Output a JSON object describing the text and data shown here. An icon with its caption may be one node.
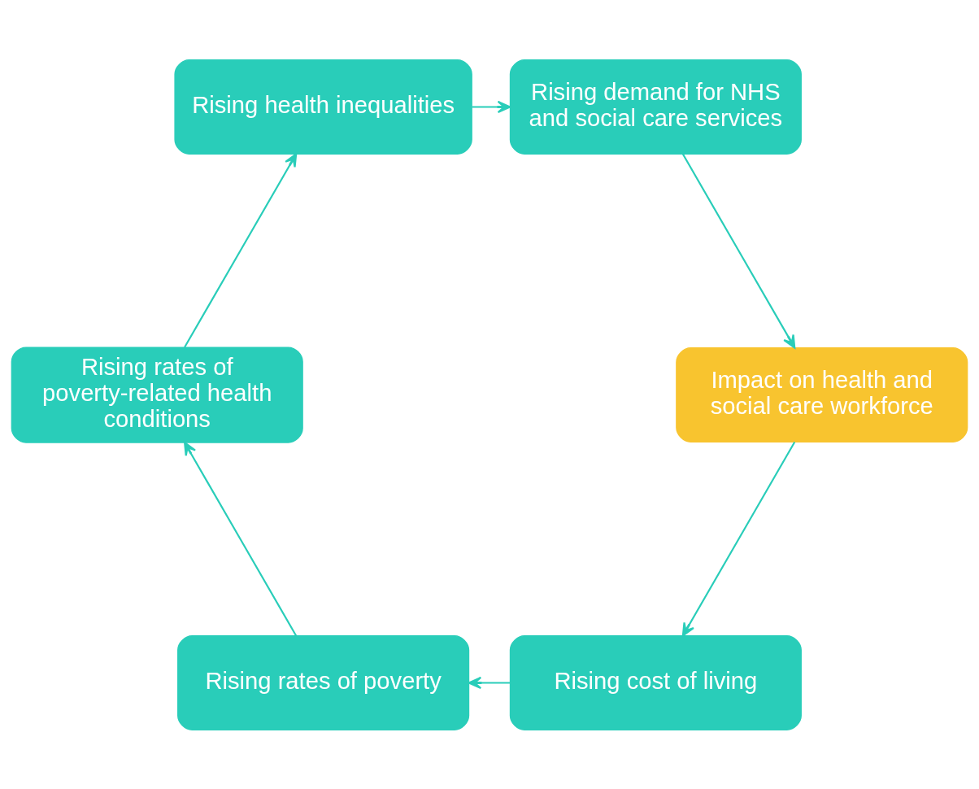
{
  "diagram": {
    "nodes": [
      {
        "text": [
          "Rising cost of living"
        ]
      },
      {
        "text": [
          "Rising rates of poverty"
        ]
      },
      {
        "text": [
          "Rising rates of poverty-related health conditions"
        ]
      },
      {
        "text": [
          "Rising health inequalities"
        ]
      },
      {
        "text": [
          "Rising demand for NHS and social care services"
        ]
      },
      {
        "text": [
          "Impact on health and social care workforce"
        ]
      }
    ],
    "edges": [
      {
        "from": 0,
        "to": 1,
        "arrow": "to"
      },
      {
        "from": 1,
        "to": 2,
        "arrow": "to"
      },
      {
        "from": 2,
        "to": 3,
        "arrow": "to"
      },
      {
        "from": 3,
        "to": 4,
        "arrow": "to"
      },
      {
        "from": 4,
        "to": 5,
        "arrow": "to"
      },
      {
        "from": 5,
        "to": 0,
        "arrow": "to"
      }
    ]
  }
}
